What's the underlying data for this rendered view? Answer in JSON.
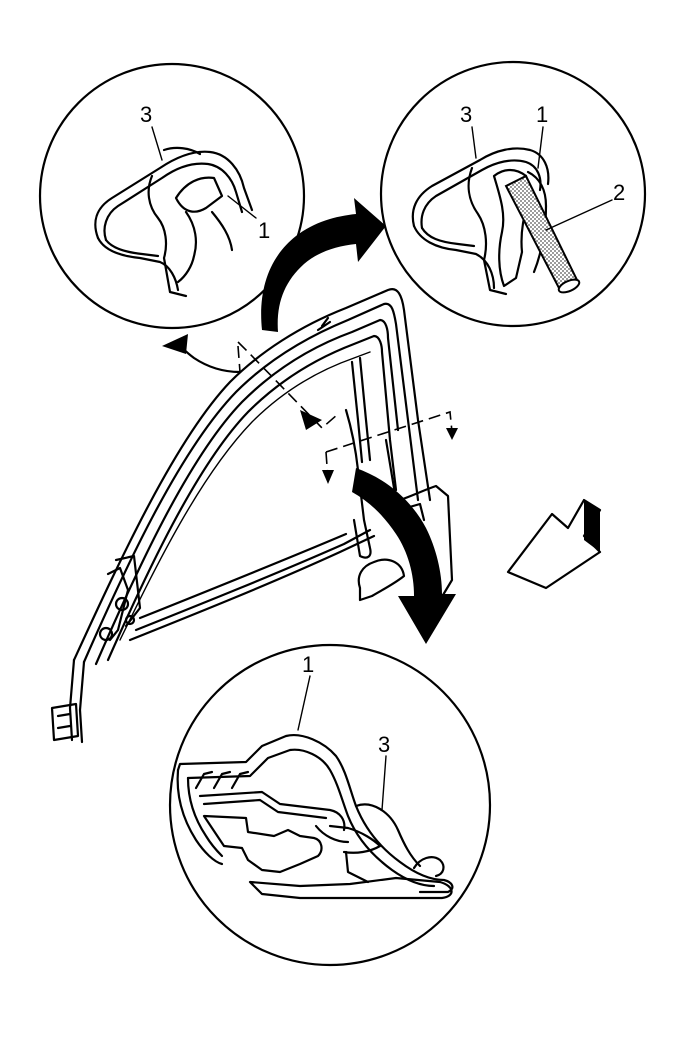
{
  "callouts": {
    "top_left_upper": "3",
    "top_left_side": "1",
    "top_right_upper_left": "3",
    "top_right_upper_right": "1",
    "top_right_side": "2",
    "bottom_upper_left": "1",
    "bottom_upper_right": "3"
  },
  "colors": {
    "line": "#000000",
    "background": "#ffffff",
    "seal_fill": "#d9d9d9"
  }
}
